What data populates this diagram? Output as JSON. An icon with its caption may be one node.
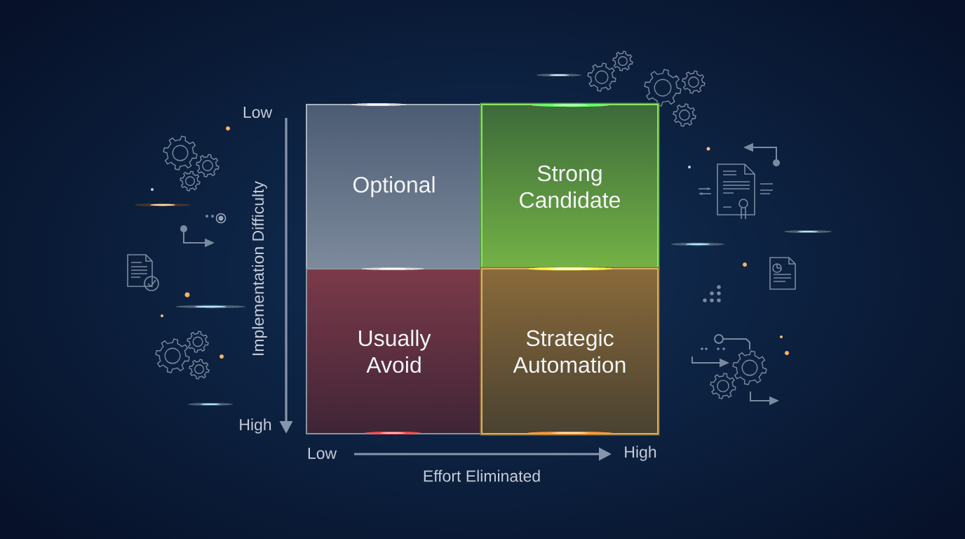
{
  "diagram": {
    "nodes": [
      {
        "text": [
          "Optional"
        ]
      },
      {
        "text": [
          "Strong Candidate"
        ]
      },
      {
        "text": [
          "Usually Avoid"
        ]
      },
      {
        "text": [
          "Strategic Automation"
        ]
      }
    ],
    "labels": [
      "Low",
      "Implementation Difficulty",
      "High",
      "Low",
      "High",
      "Effort Eliminated"
    ]
  }
}
